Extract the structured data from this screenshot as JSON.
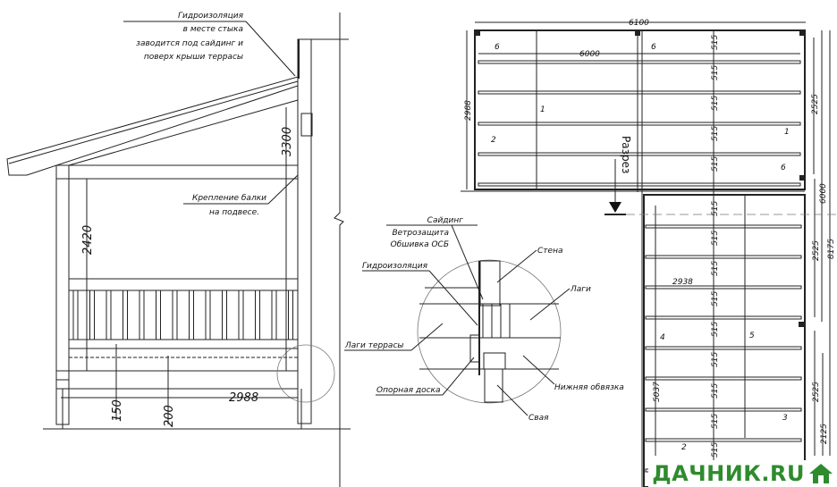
{
  "elevation": {
    "note_waterproofing": [
      "Гидроизоляция",
      "в месте стыка",
      "заводится под сайдинг и",
      "поверх крыши террасы"
    ],
    "note_beam": [
      "Крепление балки",
      "на подвесе."
    ],
    "dim_height_total": "3300",
    "dim_height_beam": "2420",
    "dim_150": "150",
    "dim_200": "200",
    "dim_width": "2988"
  },
  "detail": {
    "siding": "Сайдинг",
    "wind": "Ветрозащита",
    "osb": "Обшивка ОСБ",
    "waterproofing": "Гидроизоляция",
    "wall": "Стена",
    "joists": "Лаги",
    "terrace_joists": "Лаги террасы",
    "support_board": "Опорная доска",
    "bottom_frame": "Нижняя обвязка",
    "pile": "Свая"
  },
  "plan": {
    "dim_total_width": "6100",
    "dim_inner_width": "6000",
    "dim_left": "2988",
    "dim_right_top": "2525",
    "dim_right_mid": "2525",
    "dim_right_low": "2525",
    "dim_right_6000": "6000",
    "dim_right_total": "8175",
    "dim_right_bottom": "2125",
    "dim_2938": "2938",
    "dim_5037": "5037",
    "spacing": "515",
    "section_label": "Разрез",
    "markers": {
      "m1": "1",
      "m2": "2",
      "m3": "3",
      "m4": "4",
      "m5": "5",
      "m6": "6"
    }
  },
  "logo": {
    "text": "ДАЧНИК.RU",
    "color": "#2e8b2e"
  }
}
